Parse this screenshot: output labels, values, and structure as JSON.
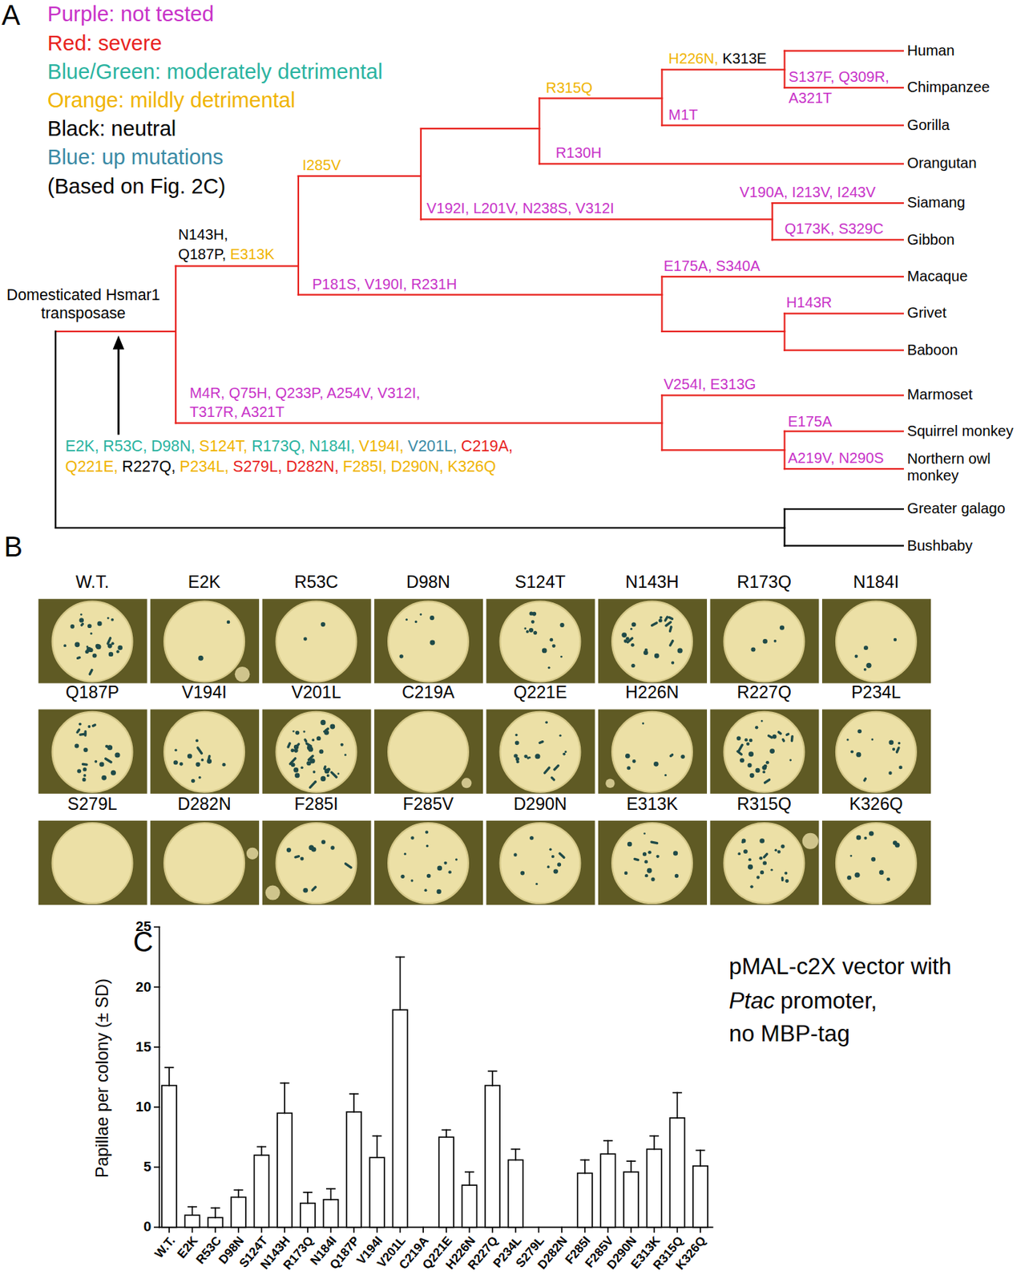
{
  "diagram": {
    "labels": [
      "A",
      "(Based on Fig. 2C)",
      "H226N,",
      "K313E",
      "S137F, Q309R,",
      "A321T",
      "R315Q",
      "M1T",
      "R130H",
      "I285V",
      "V192I, L201V, N238S, V312I",
      "V190A, I213V, I243V",
      "Q173K, S329C",
      "N143H,",
      "Q187P,",
      "E313K",
      "P181S, V190I, R231H",
      "E175A, S340A",
      "H143R",
      "Domesticated Hsmar1 transposase",
      "M4R, Q75H, Q233P, A254V, V312I,",
      "T317R, A321T",
      "V254I, E313G",
      "E175A",
      "A219V, N290S",
      "E2K,",
      "R53C,",
      "D98N,",
      "S124T,",
      "R173Q,",
      "N184I,",
      "V194I,",
      "V201L,",
      "C219A,",
      "Q221E,",
      "R227Q,",
      "P234L,",
      "S279L,",
      "D282N,",
      "F285I,",
      "D290N,",
      "K326Q",
      "Human",
      "Chimpanzee",
      "Gorilla",
      "Orangutan",
      "Siamang",
      "Gibbon",
      "Macaque",
      "Grivet",
      "Baboon",
      "Marmoset",
      "Squirrel monkey",
      "Northern owl monkey",
      "Greater galago",
      "Bushbaby",
      "B",
      "W.T.",
      "E2K",
      "R53C",
      "D98N",
      "S124T",
      "N143H",
      "R173Q",
      "N184I",
      "Q187P",
      "V194I",
      "V201L",
      "C219A",
      "Q221E",
      "H226N",
      "R227Q",
      "P234L",
      "S279L",
      "D282N",
      "F285I",
      "F285V",
      "D290N",
      "E313K",
      "R315Q",
      "K326Q",
      "C",
      "0",
      "5",
      "10",
      "15",
      "20",
      "25",
      "Papillae per colony (± SD)",
      "W.T.",
      "E2K",
      "R53C",
      "D98N",
      "S124T",
      "N143H",
      "R173Q",
      "N184I",
      "Q187P",
      "V194I",
      "V201L",
      "C219A",
      "Q221E",
      "H226N",
      "R227Q",
      "P234L",
      "S279L",
      "D282N",
      "F285I",
      "F285V",
      "D290N",
      "E313K",
      "R315Q",
      "K326Q",
      "pMAL-c2X vector with",
      "Ptac",
      "promoter,",
      "no MBP-tag"
    ],
    "legend": [
      {
        "text": "Purple: not tested",
        "color": "#c832c8"
      },
      {
        "text": "Red: severe",
        "color": "#e8231e"
      },
      {
        "text": "Blue/Green: moderately detrimental",
        "color": "#2ab3a0"
      },
      {
        "text": "Orange: mildly detrimental",
        "color": "#f0b400"
      },
      {
        "text": "Black: neutral",
        "color": "#000000"
      },
      {
        "text": "Blue: up mutations",
        "color": "#3a8aa5"
      }
    ]
  }
}
